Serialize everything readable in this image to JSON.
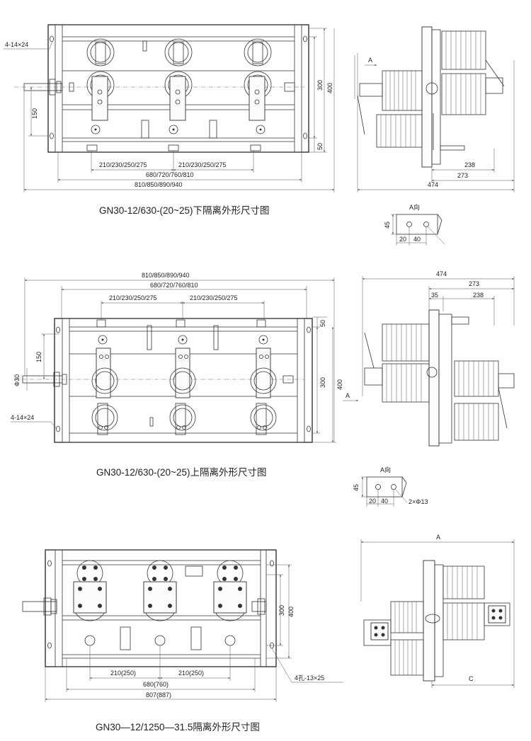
{
  "view1": {
    "caption": "GN30-12/630-(20~25)下隔离外形尺寸图",
    "hole_note": "4-14×24",
    "dim_150": "150",
    "dim_300": "300",
    "dim_400": "400",
    "dim_50": "50",
    "pitch_left": "210/230/250/275",
    "pitch_right": "210/230/250/275",
    "width_mid": "680/720/760/810",
    "width_total": "810/850/890/940",
    "side_A": "A",
    "side_238": "238",
    "side_273": "273",
    "side_474": "474",
    "detail_title": "A向",
    "detail_45": "45",
    "detail_20": "20",
    "detail_40": "40"
  },
  "view2": {
    "caption": "GN30-12/630-(20~25)上隔离外形尺寸图",
    "hole_note": "4-14×24",
    "dim_150": "150",
    "dim_phi30": "Φ30",
    "dim_300": "300",
    "dim_400": "400",
    "dim_50": "50",
    "pitch_left": "210/230/250/275",
    "pitch_right": "210/230/250/275",
    "width_mid": "680/720/760/810",
    "width_total": "810/850/890/940",
    "side_A": "A",
    "side_474": "474",
    "side_273": "273",
    "side_35": "35",
    "side_238": "238",
    "detail_title": "A向",
    "detail_45": "45",
    "detail_20": "20",
    "detail_40": "40",
    "detail_holes": "2×Φ13"
  },
  "view3": {
    "caption": "GN30—12/1250—31.5隔离外形尺寸图",
    "dim_300": "300",
    "dim_400": "400",
    "pitch_left": "210(250)",
    "pitch_right": "210(250)",
    "width_mid": "680(760)",
    "width_total": "807(887)",
    "hole_note": "4孔-13×25",
    "side_A": "A",
    "side_C": "C"
  }
}
